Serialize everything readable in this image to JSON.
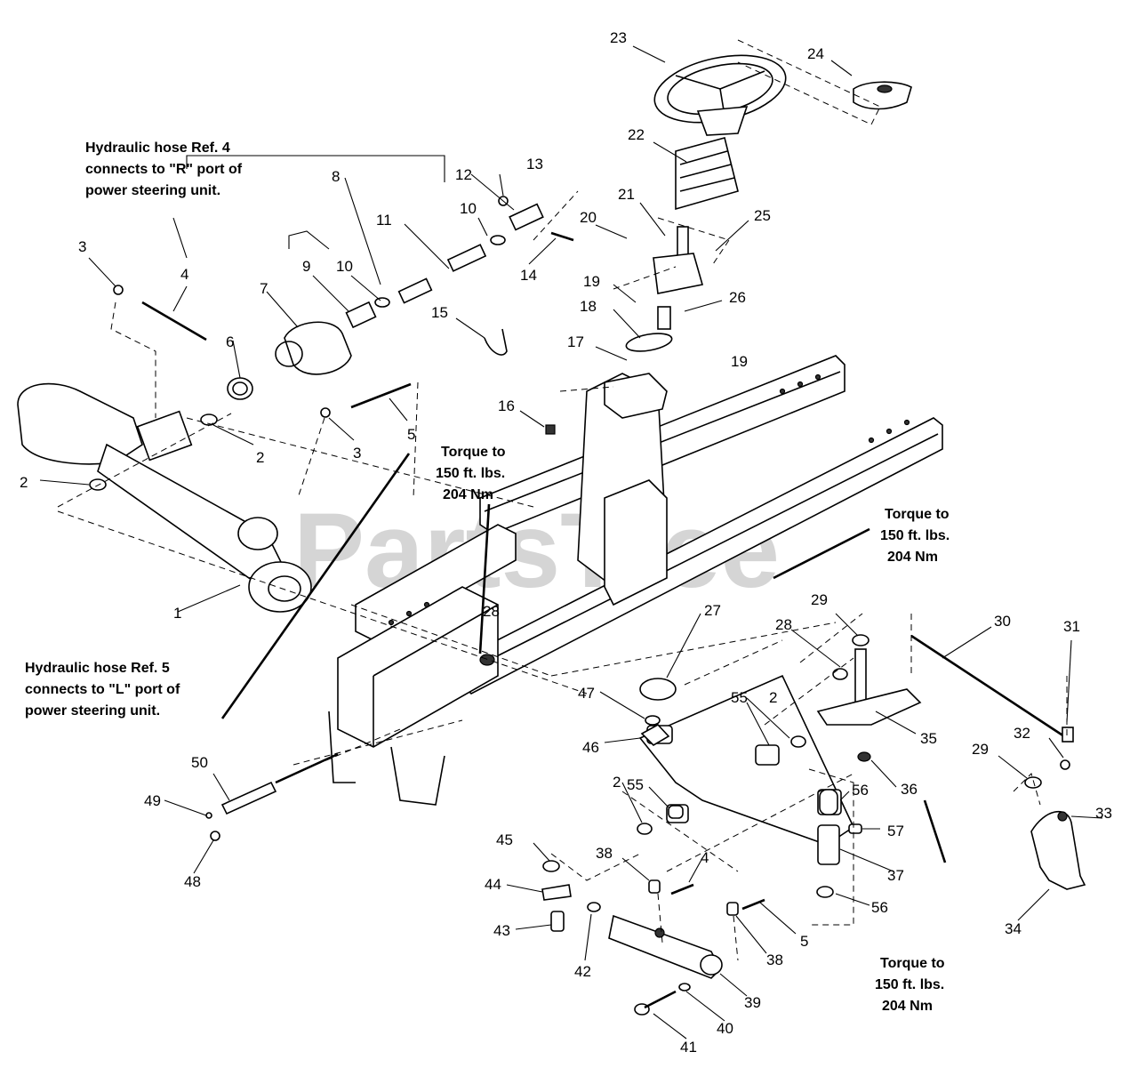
{
  "watermark": "PartsTree",
  "notes": {
    "hose_r": [
      "Hydraulic hose Ref. 4",
      "connects to \"R\" port of",
      "power steering unit."
    ],
    "hose_l": [
      "Hydraulic hose Ref. 5",
      "connects to \"L\" port of",
      "power steering unit."
    ],
    "torque": [
      "Torque to",
      "150 ft. lbs.",
      "204 Nm"
    ]
  },
  "part_labels": [
    "1",
    "2",
    "3",
    "4",
    "5",
    "6",
    "7",
    "8",
    "9",
    "10",
    "11",
    "12",
    "13",
    "14",
    "15",
    "16",
    "17",
    "18",
    "19",
    "20",
    "21",
    "22",
    "23",
    "24",
    "25",
    "26",
    "27",
    "28",
    "29",
    "30",
    "31",
    "32",
    "33",
    "34",
    "35",
    "36",
    "37",
    "38",
    "39",
    "40",
    "41",
    "42",
    "43",
    "44",
    "45",
    "46",
    "47",
    "48",
    "49",
    "50",
    "55",
    "56",
    "57"
  ]
}
